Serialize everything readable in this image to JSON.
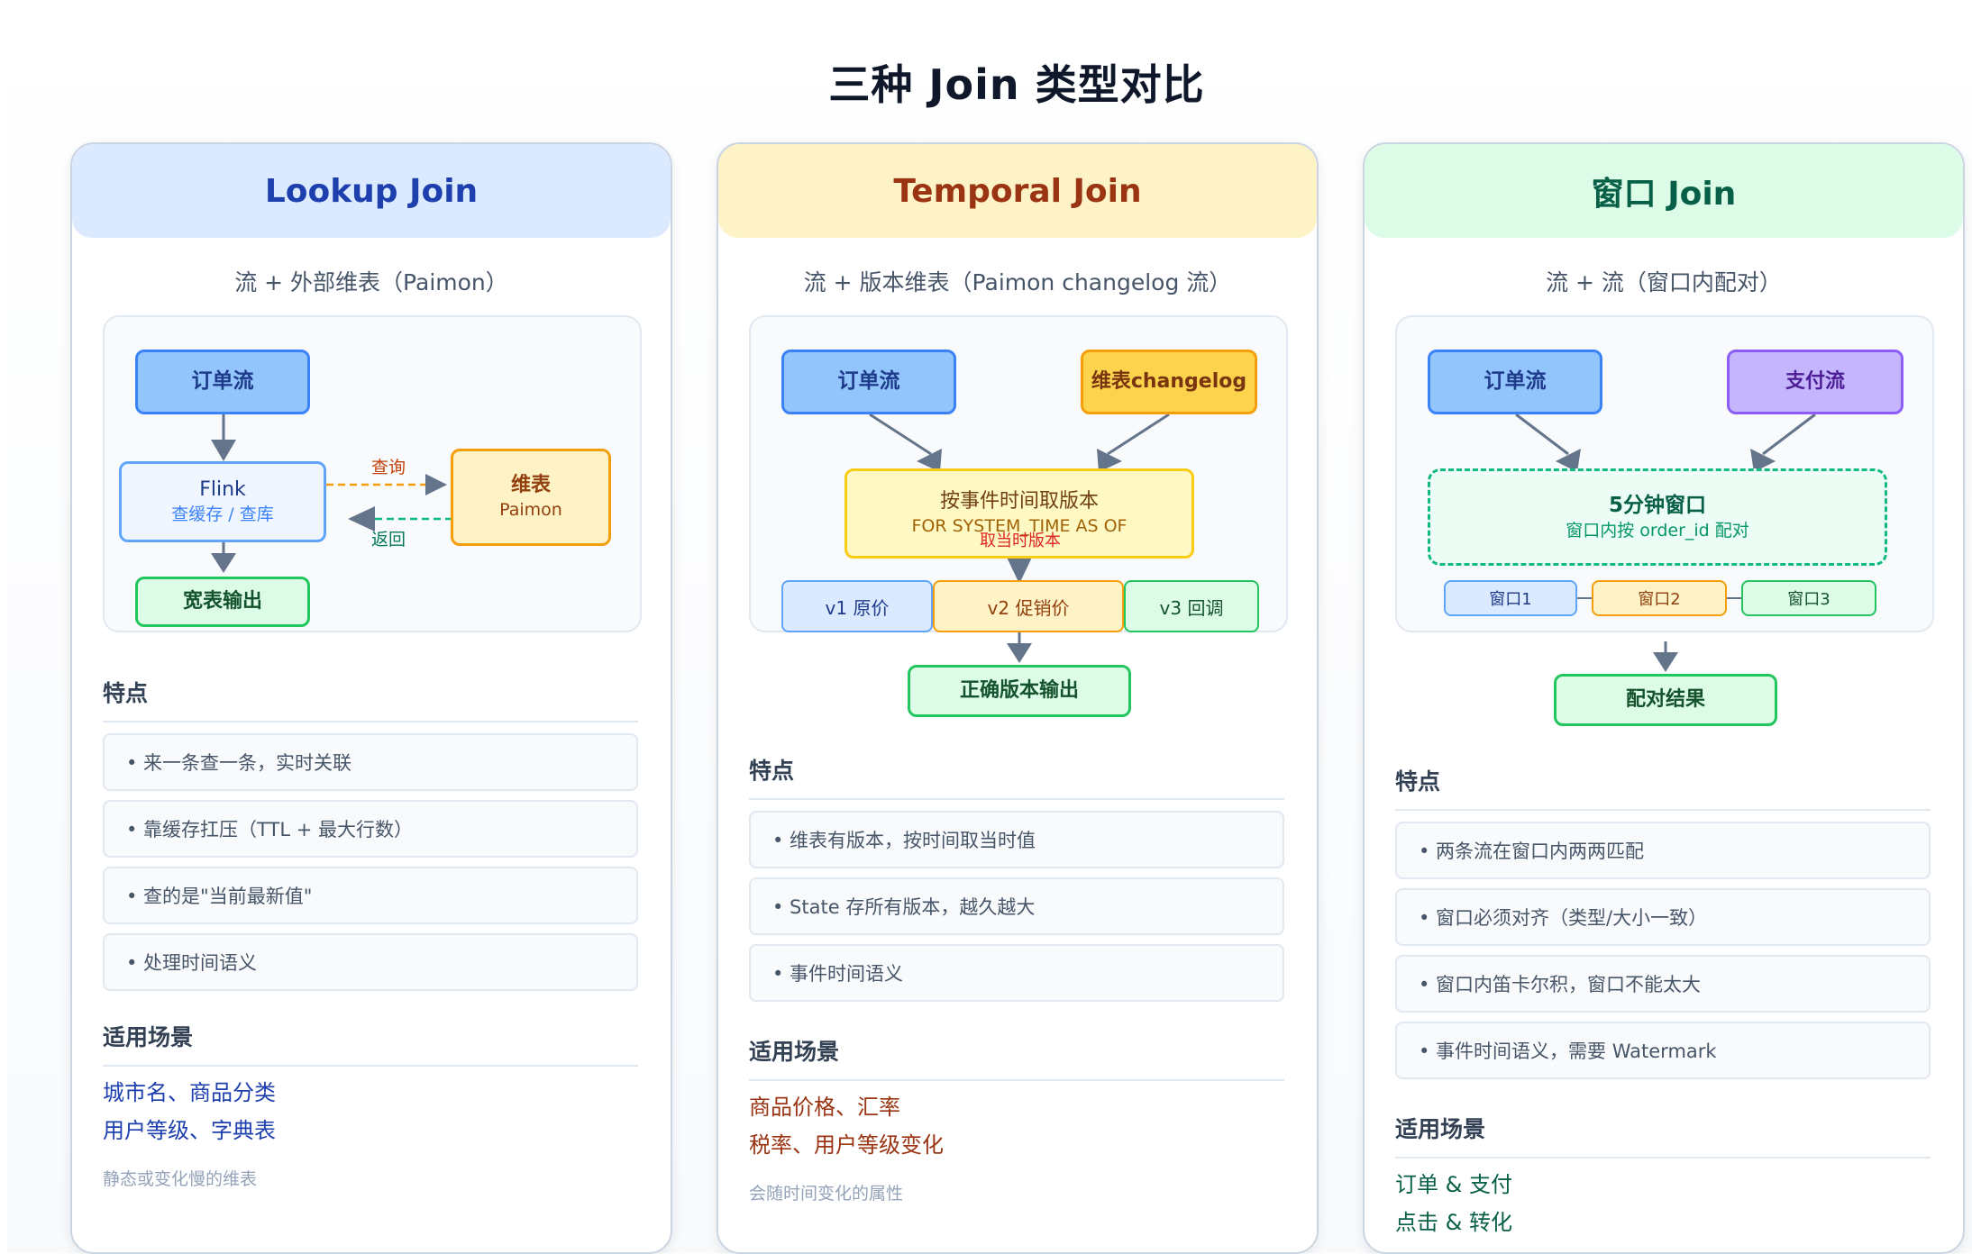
{
  "title": "三种 Join 类型对比",
  "cards": [
    {
      "title": "Lookup Join",
      "subtitle": "流 + 外部维表（Paimon）",
      "diagram": {
        "order_stream": "订单流",
        "flink": "Flink",
        "flink_sub": "查缓存 / 查库",
        "dim": "维表",
        "dim_sub": "Paimon",
        "query_label": "查询",
        "return_label": "返回",
        "output": "宽表输出"
      },
      "features_title": "特点",
      "features": [
        "• 来一条查一条，实时关联",
        "• 靠缓存扛压（TTL + 最大行数）",
        "• 查的是\"当前最新值\"",
        "• 处理时间语义"
      ],
      "scenarios_title": "适用场景",
      "scenarios": [
        "城市名、商品分类",
        "用户等级、字典表"
      ],
      "note": "静态或变化慢的维表",
      "accent": "#1e40af"
    },
    {
      "title": "Temporal Join",
      "subtitle": "流 + 版本维表（Paimon changelog 流）",
      "diagram": {
        "order_stream": "订单流",
        "changelog": "维表changelog",
        "version_box": "按事件时间取版本",
        "version_sql": "FOR SYSTEM_TIME AS OF",
        "pick_label": "取当时版本",
        "versions": [
          "v1 原价",
          "v2 促销价",
          "v3 回调"
        ],
        "output": "正确版本输出"
      },
      "features_title": "特点",
      "features": [
        "• 维表有版本，按时间取当时值",
        "• State 存所有版本，越久越大",
        "• 事件时间语义"
      ],
      "scenarios_title": "适用场景",
      "scenarios": [
        "商品价格、汇率",
        "税率、用户等级变化"
      ],
      "note": "会随时间变化的属性",
      "accent": "#9a3412"
    },
    {
      "title": "窗口 Join",
      "subtitle": "流 + 流（窗口内配对）",
      "diagram": {
        "order_stream": "订单流",
        "pay_stream": "支付流",
        "window": "5分钟窗口",
        "window_sub": "窗口内按 order_id 配对",
        "windows": [
          "窗口1",
          "窗口2",
          "窗口3"
        ],
        "output": "配对结果"
      },
      "features_title": "特点",
      "features": [
        "• 两条流在窗口内两两匹配",
        "• 窗口必须对齐（类型/大小一致）",
        "• 窗口内笛卡尔积，窗口不能太大",
        "• 事件时间语义，需要 Watermark"
      ],
      "scenarios_title": "适用场景",
      "scenarios": [
        "订单 & 支付",
        "点击 & 转化"
      ],
      "accent": "#065f46"
    }
  ]
}
